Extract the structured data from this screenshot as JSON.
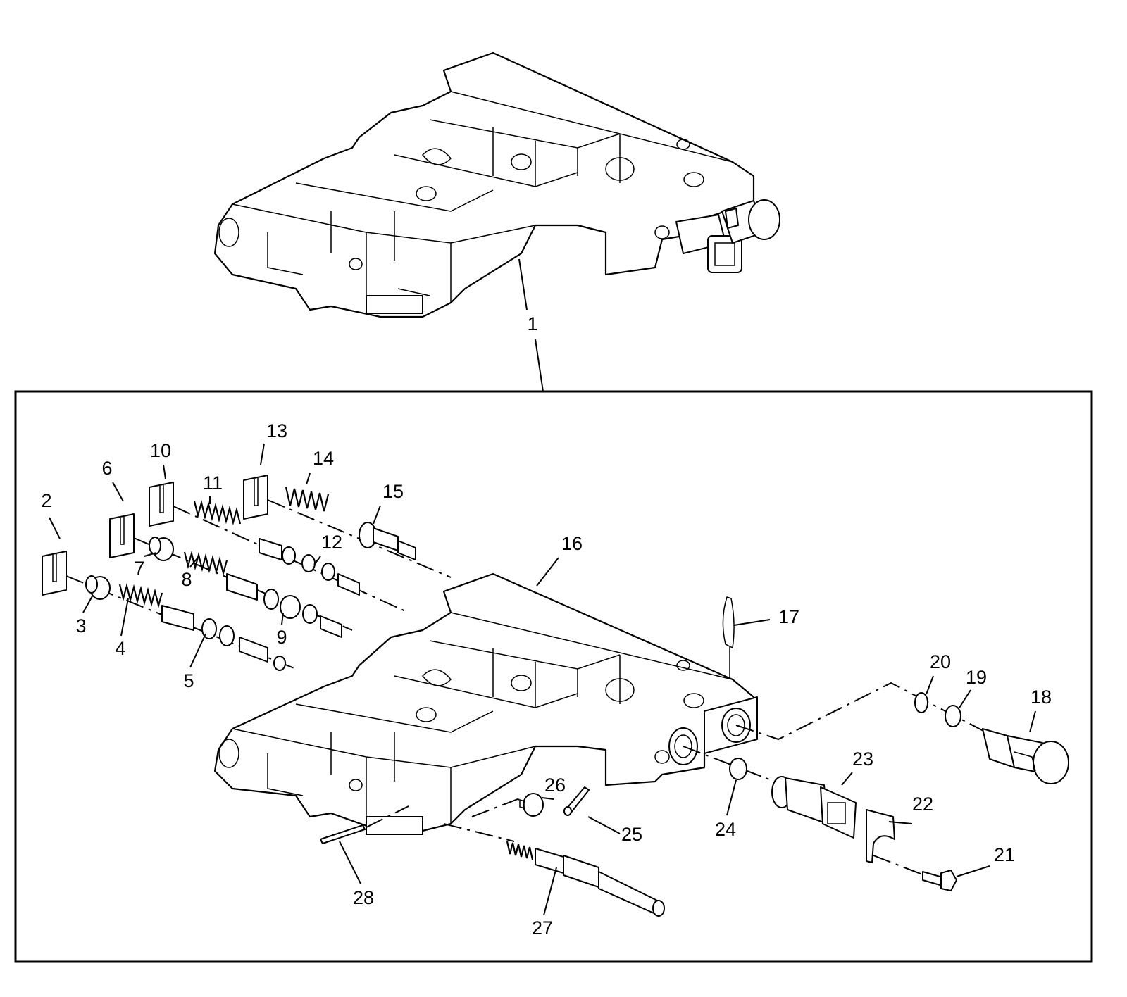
{
  "diagram": {
    "callouts": [
      {
        "id": "1",
        "label": "1"
      },
      {
        "id": "2",
        "label": "2"
      },
      {
        "id": "3",
        "label": "3"
      },
      {
        "id": "4",
        "label": "4"
      },
      {
        "id": "5",
        "label": "5"
      },
      {
        "id": "6",
        "label": "6"
      },
      {
        "id": "7",
        "label": "7"
      },
      {
        "id": "8",
        "label": "8"
      },
      {
        "id": "9",
        "label": "9"
      },
      {
        "id": "10",
        "label": "10"
      },
      {
        "id": "11",
        "label": "11"
      },
      {
        "id": "12",
        "label": "12"
      },
      {
        "id": "13",
        "label": "13"
      },
      {
        "id": "14",
        "label": "14"
      },
      {
        "id": "15",
        "label": "15"
      },
      {
        "id": "16",
        "label": "16"
      },
      {
        "id": "17",
        "label": "17"
      },
      {
        "id": "18",
        "label": "18"
      },
      {
        "id": "19",
        "label": "19"
      },
      {
        "id": "20",
        "label": "20"
      },
      {
        "id": "21",
        "label": "21"
      },
      {
        "id": "22",
        "label": "22"
      },
      {
        "id": "23",
        "label": "23"
      },
      {
        "id": "24",
        "label": "24"
      },
      {
        "id": "25",
        "label": "25"
      },
      {
        "id": "26",
        "label": "26"
      },
      {
        "id": "27",
        "label": "27"
      },
      {
        "id": "28",
        "label": "28"
      }
    ]
  }
}
